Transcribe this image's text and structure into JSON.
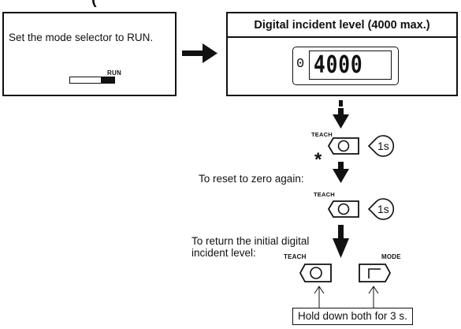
{
  "header_fragment": "(",
  "left_box": {
    "instruction": "Set the mode selector to RUN.",
    "switch_label": "RUN"
  },
  "right_box": {
    "title": "Digital incident level (4000 max.)",
    "display_prefix": "0",
    "display_value": "4000"
  },
  "steps": {
    "teach_label_1": "TEACH",
    "hold_time_1": "1s",
    "asterisk": "*",
    "reset_text": "To reset to zero again:",
    "teach_label_2": "TEACH",
    "hold_time_2": "1s",
    "return_text_line1": "To return the initial digital",
    "return_text_line2": "incident level:",
    "teach_label_3": "TEACH",
    "mode_label": "MODE",
    "hold_note": "Hold down both for 3 s."
  }
}
